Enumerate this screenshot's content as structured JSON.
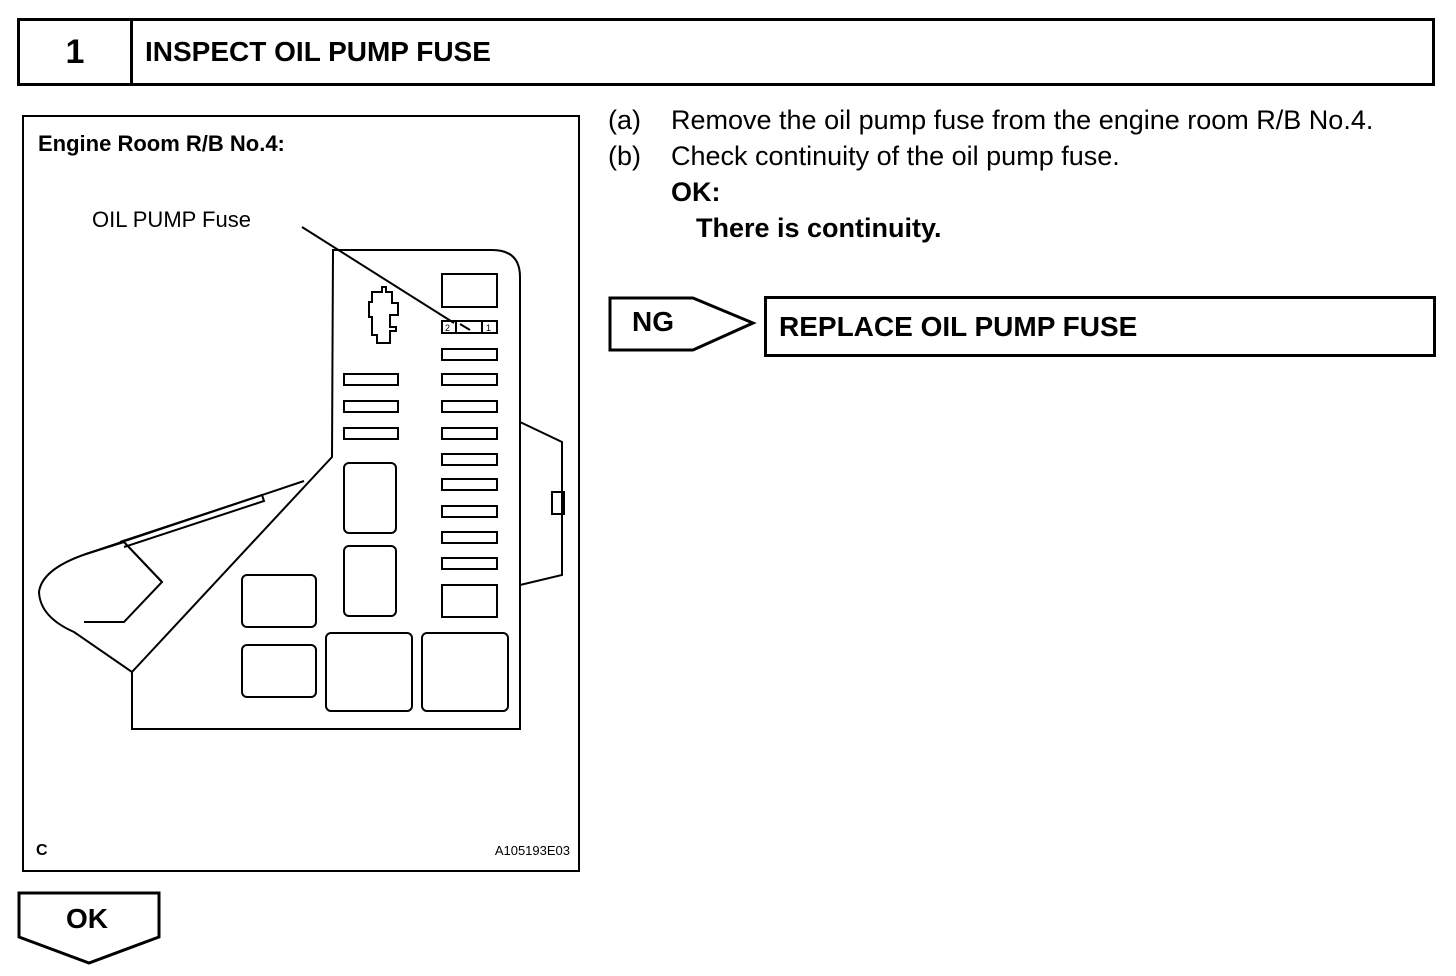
{
  "step": {
    "number": "1",
    "title": "INSPECT OIL PUMP FUSE"
  },
  "figure": {
    "title": "Engine Room R/B No.4:",
    "callout": "OIL PUMP Fuse",
    "terminal_left": "2",
    "terminal_right": "1",
    "corner_label": "C",
    "code": "A105193E03"
  },
  "procedure": {
    "steps": [
      {
        "letter": "(a)",
        "text": "Remove the oil pump fuse from the engine room R/B No.4."
      },
      {
        "letter": "(b)",
        "text": "Check continuity of the oil pump fuse."
      }
    ],
    "ok_label": "OK:",
    "ok_text": "There is continuity."
  },
  "ng": {
    "label": "NG",
    "action": "REPLACE OIL PUMP FUSE"
  },
  "ok_arrow": {
    "label": "OK"
  }
}
